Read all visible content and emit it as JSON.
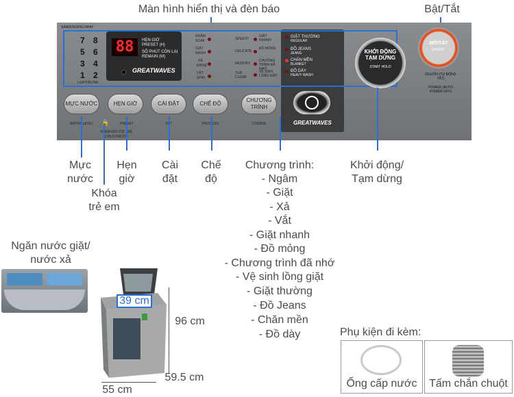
{
  "top_labels": {
    "display": "Màn hình hiển thị và đèn báo",
    "power": "Bật/Tắt"
  },
  "panel": {
    "program_nums": [
      "7",
      "8",
      "5",
      "6",
      "3",
      "4",
      "1",
      "2"
    ],
    "light_blink": "LIGHT/BLINK",
    "top_small": "SANGHUONG NHAY",
    "segment_display": "88",
    "preset_vi": "HẸN GIỜ",
    "preset_en": "PRESET (H)",
    "remain_vi": "SỐ PHÚT CÒN LẠI",
    "remain_en": "REMAIN (M)",
    "greatwaves": "GREATWAVES",
    "wash_steps": [
      {
        "vi": "NGÂM",
        "en": "SOAK"
      },
      {
        "vi": "GIẶT",
        "en": "WASH"
      },
      {
        "vi": "XẢ",
        "en": "RINSE"
      },
      {
        "vi": "VẮT",
        "en": "SPIN"
      }
    ],
    "modes": [
      {
        "en": "SPEEDY",
        "vi": "GIẶT NHANH"
      },
      {
        "en": "DELICATE",
        "vi": "ĐỒ MỎNG"
      },
      {
        "en": "MEMORY",
        "vi": "CHƯƠNG TRÌNH ĐÃ NHỚ"
      },
      {
        "en": "TUB CLEAN",
        "vi": "VỆ SINH LỒNG GIẶT"
      }
    ],
    "courses": [
      {
        "vi": "GIẶT THƯỜNG",
        "en": "REGULAR"
      },
      {
        "vi": "ĐỒ JEANS",
        "en": "JEANS"
      },
      {
        "vi": "CHĂN MỀN",
        "en": "BLANKET"
      },
      {
        "vi": "ĐỒ DÀY",
        "en": "HEAVY WASH"
      }
    ],
    "buttons": {
      "water": "MỰC NƯỚC",
      "water_sub": "WATER LEVEL",
      "preset": "HẸN GIỜ",
      "preset_sub": "PRESET",
      "childlock": "KHÓA ĐỔI VỚI TRẺ",
      "childlock_sub": "CHILD PROOF",
      "set": "CÀI ĐẶT",
      "set_sub": "SET",
      "process": "CHẾ ĐỘ",
      "process_sub": "PROCESS",
      "course": "CHƯƠNG TRÌNH",
      "course_sub": "COURSE"
    },
    "start_vi": "KHỞI ĐỘNG TẠM DỪNG",
    "start_en": "START HOLD",
    "power_vi": "MỞ/TẮT",
    "power_en": "ON/OFF",
    "power_label_vi": "NGUỒN (TỰ ĐỘNG TẮT)",
    "power_label_en": "POWER (AUTO POWER OFF)"
  },
  "callouts": {
    "water_level": "Mực nước",
    "child_lock": "Khóa trẻ em",
    "preset": "Hẹn giờ",
    "set": "Cài đặt",
    "process": "Chế độ",
    "program_title": "Chương trình:",
    "program_items": [
      "- Ngâm",
      "- Giặt",
      "- Xả",
      "- Vắt",
      "- Giặt nhanh",
      "- Đồ mỏng",
      "- Chương trình đã nhớ",
      "- Vệ sinh lồng giặt",
      "- Giặt thường",
      "- Đồ Jeans",
      "- Chăn mền",
      "- Đồ dày"
    ],
    "start": "Khởi động/ Tạm dừng"
  },
  "dispenser_label": "Ngăn nước giặt/ nước xả",
  "dims": {
    "top": "39 cm",
    "height": "96 cm",
    "depth": "59.5 cm",
    "width": "55 cm"
  },
  "accessories": {
    "title": "Phụ kiện đi kèm:",
    "items": [
      "Ống cấp nước",
      "Tấm chắn chuột"
    ]
  },
  "colors": {
    "accent": "#2a6fd6",
    "power_ring": "#e8501f",
    "led": "#ff2a2a"
  }
}
